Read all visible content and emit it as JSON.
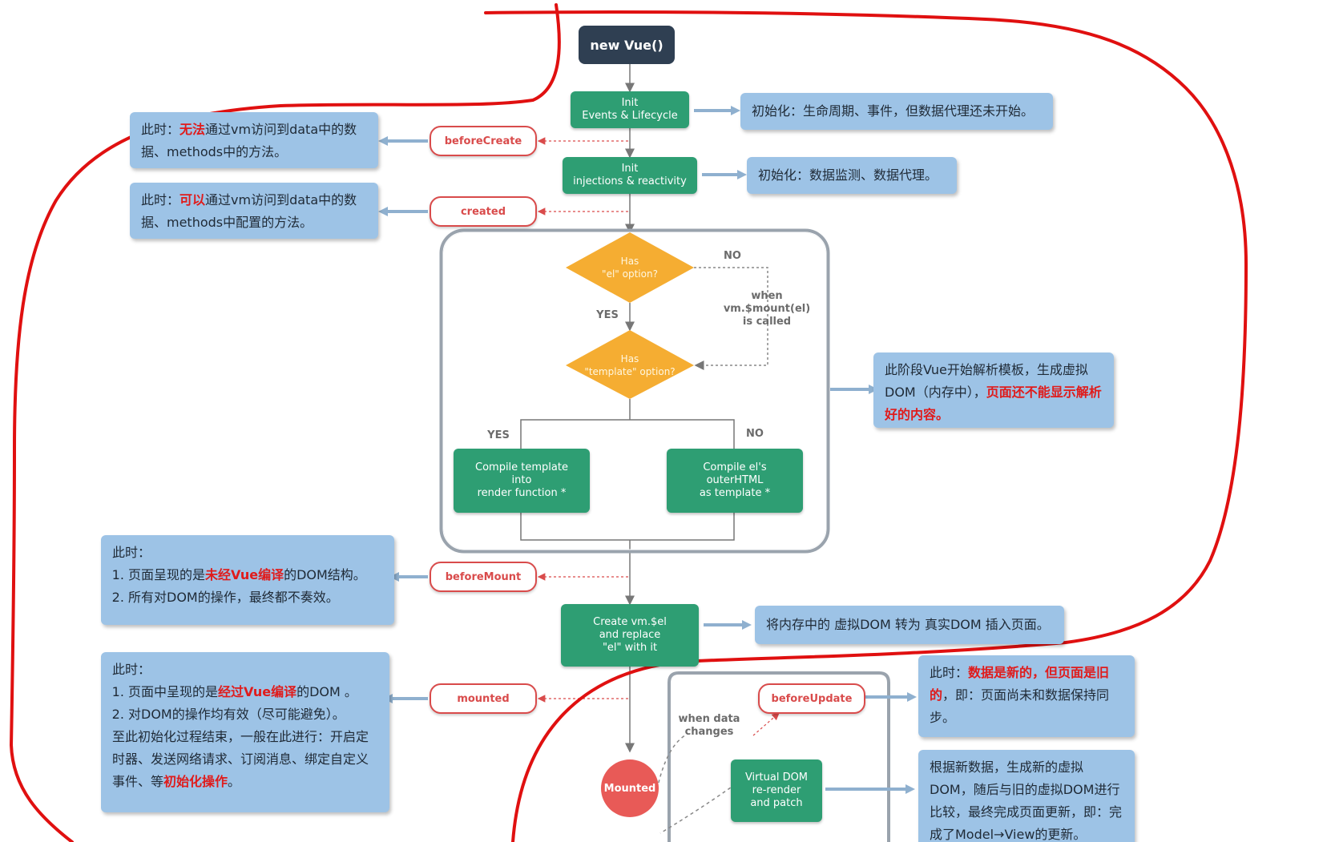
{
  "nodes": {
    "new_vue": "new Vue()",
    "init_events_1": "Init",
    "init_events_2": "Events & Lifecycle",
    "init_inject_1": "Init",
    "init_inject_2": "injections & reactivity",
    "has_el_1": "Has",
    "has_el_2": "\"el\" option?",
    "has_template_1": "Has",
    "has_template_2": "\"template\" option?",
    "compile_template_1": "Compile template",
    "compile_template_2": "into",
    "compile_template_3": "render function *",
    "compile_el_1": "Compile el's",
    "compile_el_2": "outerHTML",
    "compile_el_3": "as template *",
    "create_el_1": "Create vm.$el",
    "create_el_2": "and replace",
    "create_el_3": "\"el\" with it",
    "virtual_dom_1": "Virtual DOM",
    "virtual_dom_2": "re-render",
    "virtual_dom_3": "and patch",
    "mounted": "Mounted"
  },
  "hooks": {
    "before_create": "beforeCreate",
    "created": "created",
    "before_mount": "beforeMount",
    "mounted": "mounted",
    "before_update": "beforeUpdate"
  },
  "labels": {
    "no_1": "NO",
    "yes_1": "YES",
    "when_1": "when",
    "when_2": "vm.$mount(el)",
    "when_3": "is called",
    "yes_2": "YES",
    "no_2": "NO",
    "data_changes_1": "when data",
    "data_changes_2": "changes"
  },
  "notes": {
    "init_events": "初始化：生命周期、事件，但数据代理还未开始。",
    "init_inject": "初始化：数据监测、数据代理。",
    "before_create_pre": "此时：",
    "before_create_red": "无法",
    "before_create_post": "通过vm访问到data中的数据、methods中的方法。",
    "created_pre": "此时：",
    "created_red": "可以",
    "created_post": "通过vm访问到data中的数据、methods中配置的方法。",
    "template_pre": "此阶段Vue开始解析模板，生成虚拟DOM（内存中），",
    "template_red": "页面还不能显示解析好的内容。",
    "before_mount_head": "此时：",
    "before_mount_1_pre": "页面呈现的是",
    "before_mount_1_red": "未经Vue编译",
    "before_mount_1_post": "的DOM结构。",
    "before_mount_2": "所有对DOM的操作，最终都不奏效。",
    "create_el": "将内存中的 虚拟DOM 转为 真实DOM 插入页面。",
    "mounted_head": "此时：",
    "mounted_1_pre": "页面中呈现的是",
    "mounted_1_red": "经过Vue编译",
    "mounted_1_post": "的DOM 。",
    "mounted_2": "对DOM的操作均有效（尽可能避免）。",
    "mounted_tail_pre": "至此初始化过程结束，一般在此进行：开启定时器、发送网络请求、订阅消息、绑定自定义事件、等",
    "mounted_tail_red": "初始化操作",
    "mounted_tail_post": "。",
    "before_update_pre": "此时：",
    "before_update_red": "数据是新的，但页面是旧的",
    "before_update_post": "，即：页面尚未和数据保持同步。",
    "virtual_dom": "根据新数据，生成新的虚拟DOM，随后与旧的虚拟DOM进行比较，最终完成页面更新，即：完成了Model→View的更新。"
  },
  "colors": {
    "green_node": "#2e9e73",
    "dark_node": "#2f3f52",
    "diamond": "#f5ad32",
    "hook_border": "#d94b4b",
    "note_bg": "#9dc3e6",
    "annotation_red": "#e01010"
  }
}
